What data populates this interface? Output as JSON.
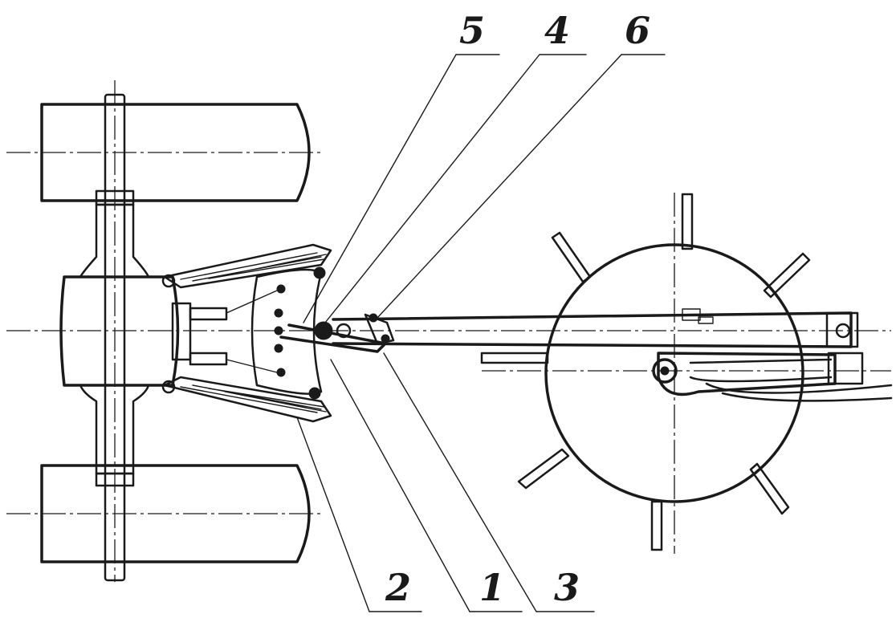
{
  "callouts": [
    {
      "id": "5",
      "label": "5"
    },
    {
      "id": "4",
      "label": "4"
    },
    {
      "id": "6",
      "label": "6"
    },
    {
      "id": "2",
      "label": "2"
    },
    {
      "id": "1",
      "label": "1"
    },
    {
      "id": "3",
      "label": "3"
    }
  ],
  "colors": {
    "ink": "#1a1a1a",
    "paper": "#ffffff"
  }
}
